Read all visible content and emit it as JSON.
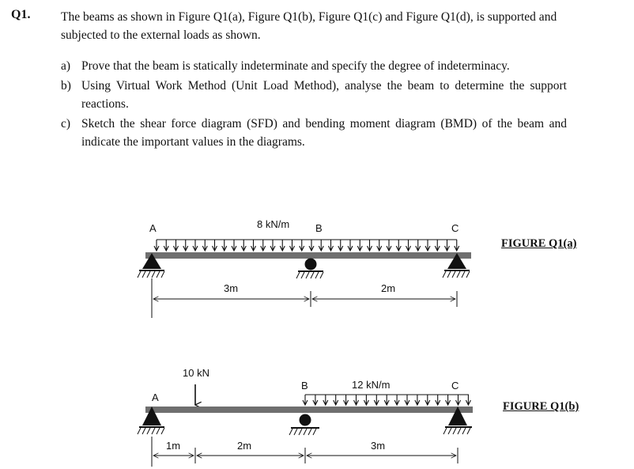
{
  "question": {
    "number": "Q1.",
    "intro": "The beams as shown in Figure Q1(a), Figure Q1(b), Figure Q1(c) and Figure Q1(d), is supported and subjected to the external loads as shown.",
    "parts": [
      {
        "label": "a)",
        "text": "Prove that the beam is statically indeterminate and specify the degree of indeterminacy."
      },
      {
        "label": "b)",
        "text": "Using Virtual Work Method (Unit Load Method), analyse the beam to determine the support reactions."
      },
      {
        "label": "c)",
        "text": "Sketch the shear force diagram (SFD) and bending moment diagram (BMD) of the beam and indicate the important values in the diagrams."
      }
    ]
  },
  "figure_a": {
    "caption": "FIGURE Q1(a)",
    "labels": {
      "A": "A",
      "B": "B",
      "C": "C"
    },
    "load": "8 kN/m",
    "spans": [
      "3m",
      "2m"
    ]
  },
  "figure_b": {
    "caption": "FIGURE Q1(b)",
    "labels": {
      "A": "A",
      "B": "B",
      "C": "C"
    },
    "point_load": "10 kN",
    "udl": "12 kN/m",
    "spans": [
      "1m",
      "2m",
      "3m"
    ]
  }
}
